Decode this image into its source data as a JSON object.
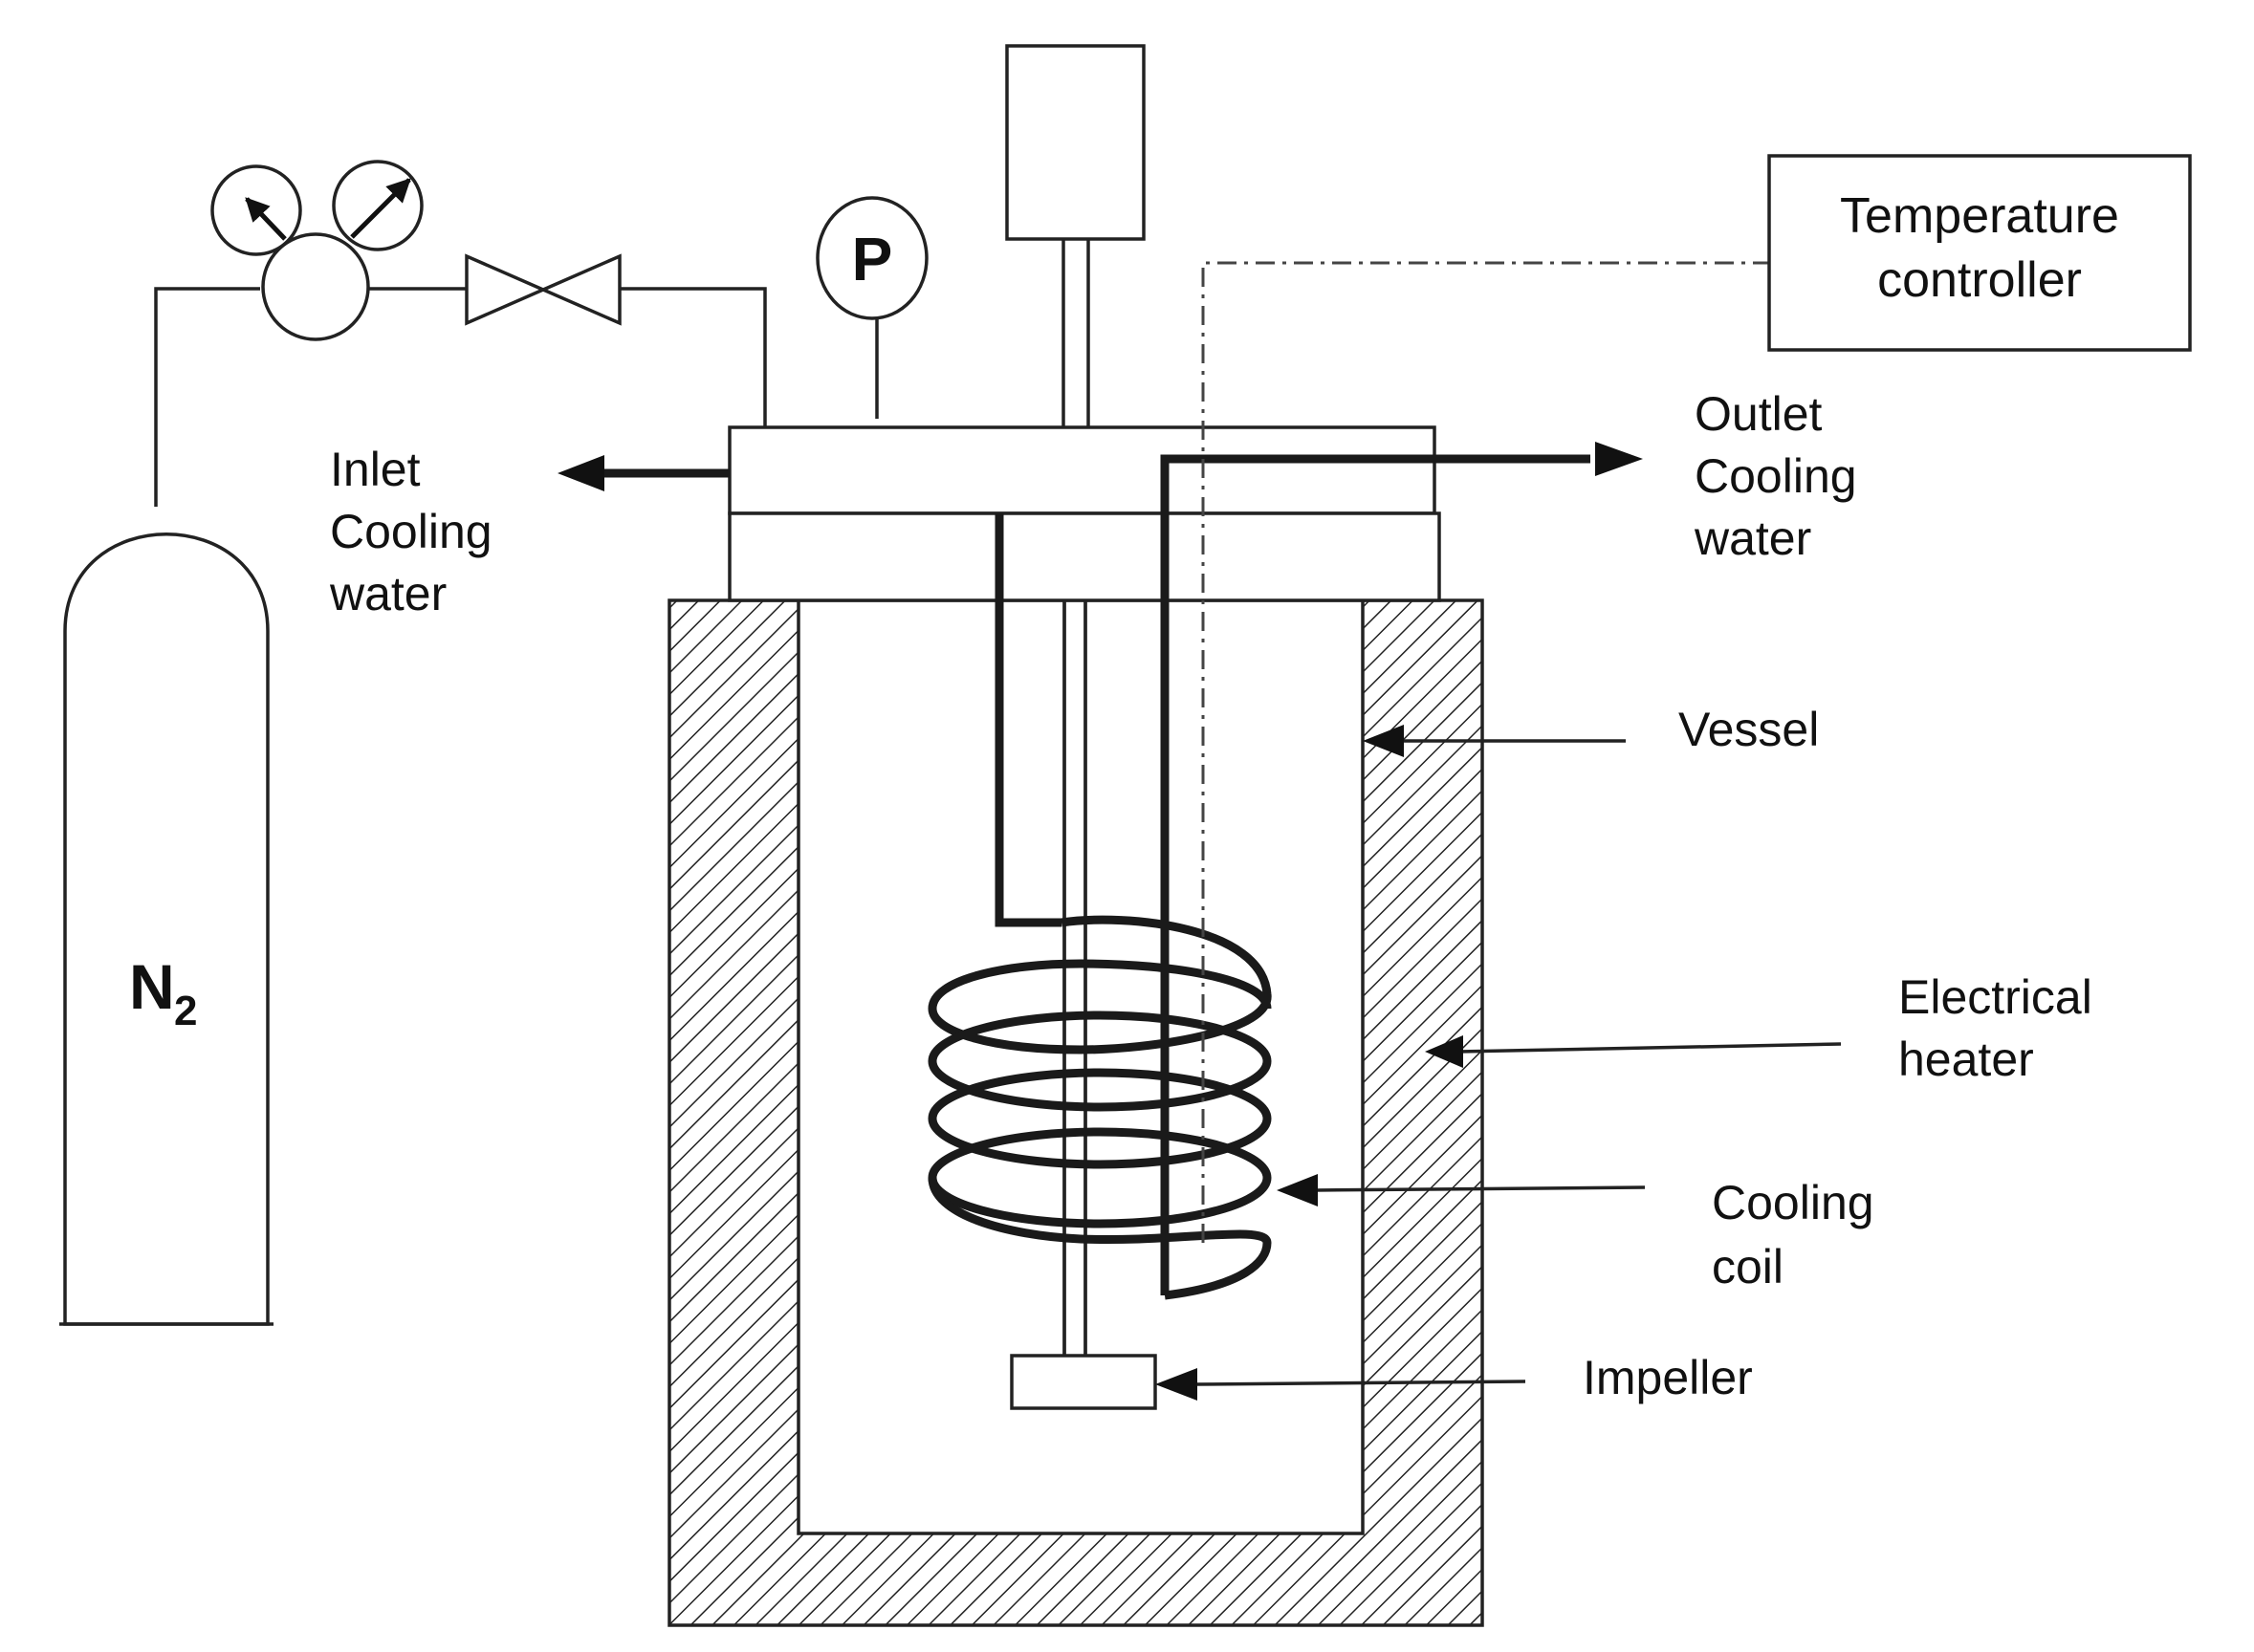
{
  "labels": {
    "gas": "N",
    "gas_subscript": "2",
    "pressure_gauge": "P",
    "temp_controller_line1": "Temperature",
    "temp_controller_line2": "controller",
    "inlet_line1": "Inlet",
    "inlet_line2": "Cooling",
    "inlet_line3": "water",
    "outlet_line1": "Outlet",
    "outlet_line2": "Cooling",
    "outlet_line3": "water",
    "vessel": "Vessel",
    "heater_line1": "Electrical",
    "heater_line2": "heater",
    "coil_line1": "Cooling",
    "coil_line2": "coil",
    "impeller": "Impeller"
  },
  "colors": {
    "line": "#222222",
    "background": "#ffffff"
  }
}
